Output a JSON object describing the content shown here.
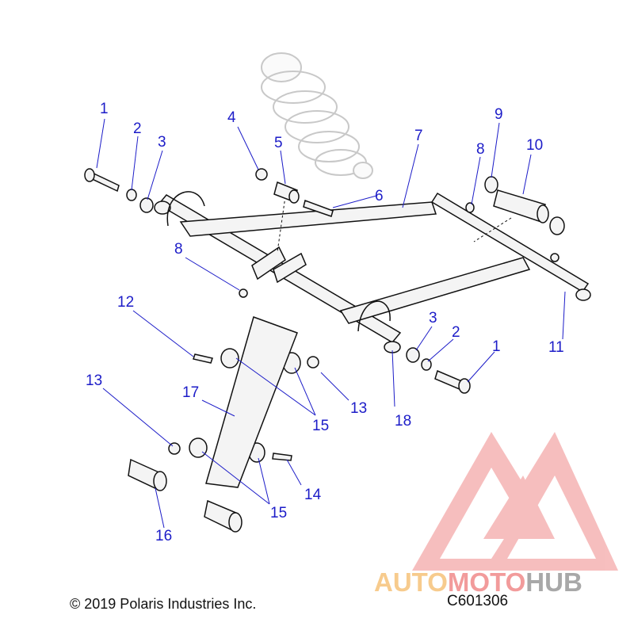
{
  "callouts": [
    "1",
    "2",
    "3",
    "4",
    "5",
    "6",
    "7",
    "8",
    "9",
    "10",
    "8",
    "11",
    "12",
    "13",
    "15",
    "13",
    "17",
    "18",
    "3",
    "2",
    "1",
    "15",
    "14",
    "16"
  ],
  "copyright": "© 2019 Polaris Industries Inc.",
  "diagram_code": "C601306",
  "watermark": {
    "part1": "AUTO",
    "part2": "MOTO",
    "part3": "HUB"
  },
  "colors": {
    "callout": "#1c1cc8",
    "line": "#111111",
    "part_fill": "#f4f4f4",
    "watermark_red": "#f08a8a",
    "watermark_orange": "#f6c27a",
    "watermark_gray": "#9a9a9a"
  }
}
